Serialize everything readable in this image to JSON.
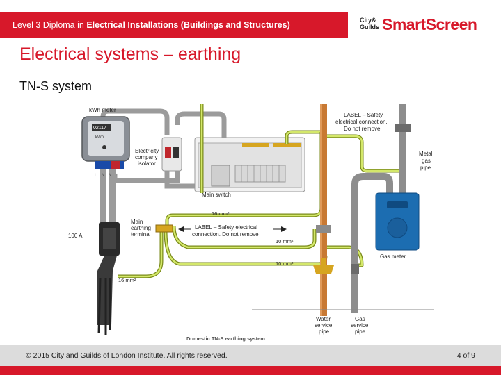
{
  "header": {
    "course_prefix": "Level 3 Diploma in",
    "course_name": "Electrical Installations (Buildings and Structures)",
    "logo_city": "City&",
    "logo_guilds": "Guilds",
    "logo_brand": "SmartScreen"
  },
  "title": "Electrical systems – earthing",
  "subtitle": "TN-S system",
  "diagram": {
    "kwh_label": "kWh meter",
    "meter_display": "02117",
    "meter_brand": "kWh",
    "terminal_letters": [
      "L",
      "N",
      "N",
      "L"
    ],
    "isolator_label": [
      "Electricity",
      "company",
      "isolator"
    ],
    "main_switch": "Main switch",
    "cable_16a": "16 mm²",
    "cable_10a": "10 mm²",
    "cable_10b": "10 mm²",
    "cable_16b": "16 mm²",
    "fuse_label": "100 A",
    "met_label": [
      "Main",
      "earthing",
      "terminal"
    ],
    "safety_label_mid": [
      "LABEL – Safety electrical",
      "connection. Do not remove"
    ],
    "safety_label_top": [
      "LABEL – Safety",
      "electrical connection.",
      "Do not remove"
    ],
    "gas_pipe_label": [
      "Metal",
      "gas",
      "pipe"
    ],
    "gas_meter_label": "Gas meter",
    "water_service": [
      "Water",
      "service",
      "pipe"
    ],
    "gas_service": [
      "Gas",
      "service",
      "pipe"
    ],
    "caption": "Domestic TN-S earthing system",
    "colors": {
      "earth_outer": "#7a8a1a",
      "earth_inner": "#d4e86a",
      "grey_cable": "#9b9b9b",
      "copper_pipe": "#c87933",
      "gas_meter": "#1c6db1",
      "brand_red": "#d7182a"
    }
  },
  "footer": {
    "copyright": "© 2015 City and Guilds of London Institute. All rights reserved.",
    "page": "4 of 9"
  }
}
